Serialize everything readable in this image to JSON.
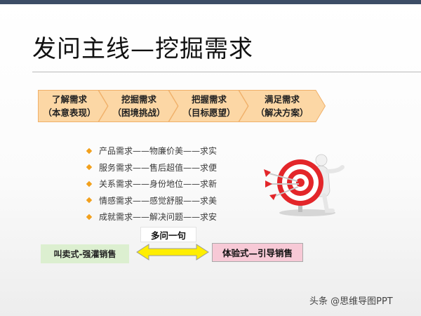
{
  "slide": {
    "title": "发问主线—挖掘需求",
    "steps": [
      {
        "line1": "了解需求",
        "line2": "（本意表现）"
      },
      {
        "line1": "挖掘需求",
        "line2": "（困境挑战）"
      },
      {
        "line1": "把握需求",
        "line2": "（目标愿望）"
      },
      {
        "line1": "满足需求",
        "line2": "（解决方案）"
      }
    ],
    "needs": [
      "产品需求——物廉价美——求实",
      "服务需求——售后超值——求便",
      "关系需求——身份地位——求新",
      "情感需求——感觉舒服——求美",
      "成就需求——解决问题——求安"
    ],
    "connector_label": "多问一句",
    "left_box": "叫卖式-强灌销售",
    "right_box": "体验式—引导销售",
    "watermark": "头条 @思维导图PPT"
  },
  "colors": {
    "top_bar": "#3d4d66",
    "chevron_fill": "#fcd7a5",
    "chevron_stroke": "#f0b06a",
    "bullet": "#f2a01c",
    "double_arrow": "#ffee00",
    "left_box_fill": "#dcefd0",
    "right_box_fill": "#f7c9d6",
    "target_red": "#e3262a"
  },
  "icons": [
    "diamond-bullet-icon",
    "double-arrow-icon",
    "target-with-darts-illustration"
  ]
}
